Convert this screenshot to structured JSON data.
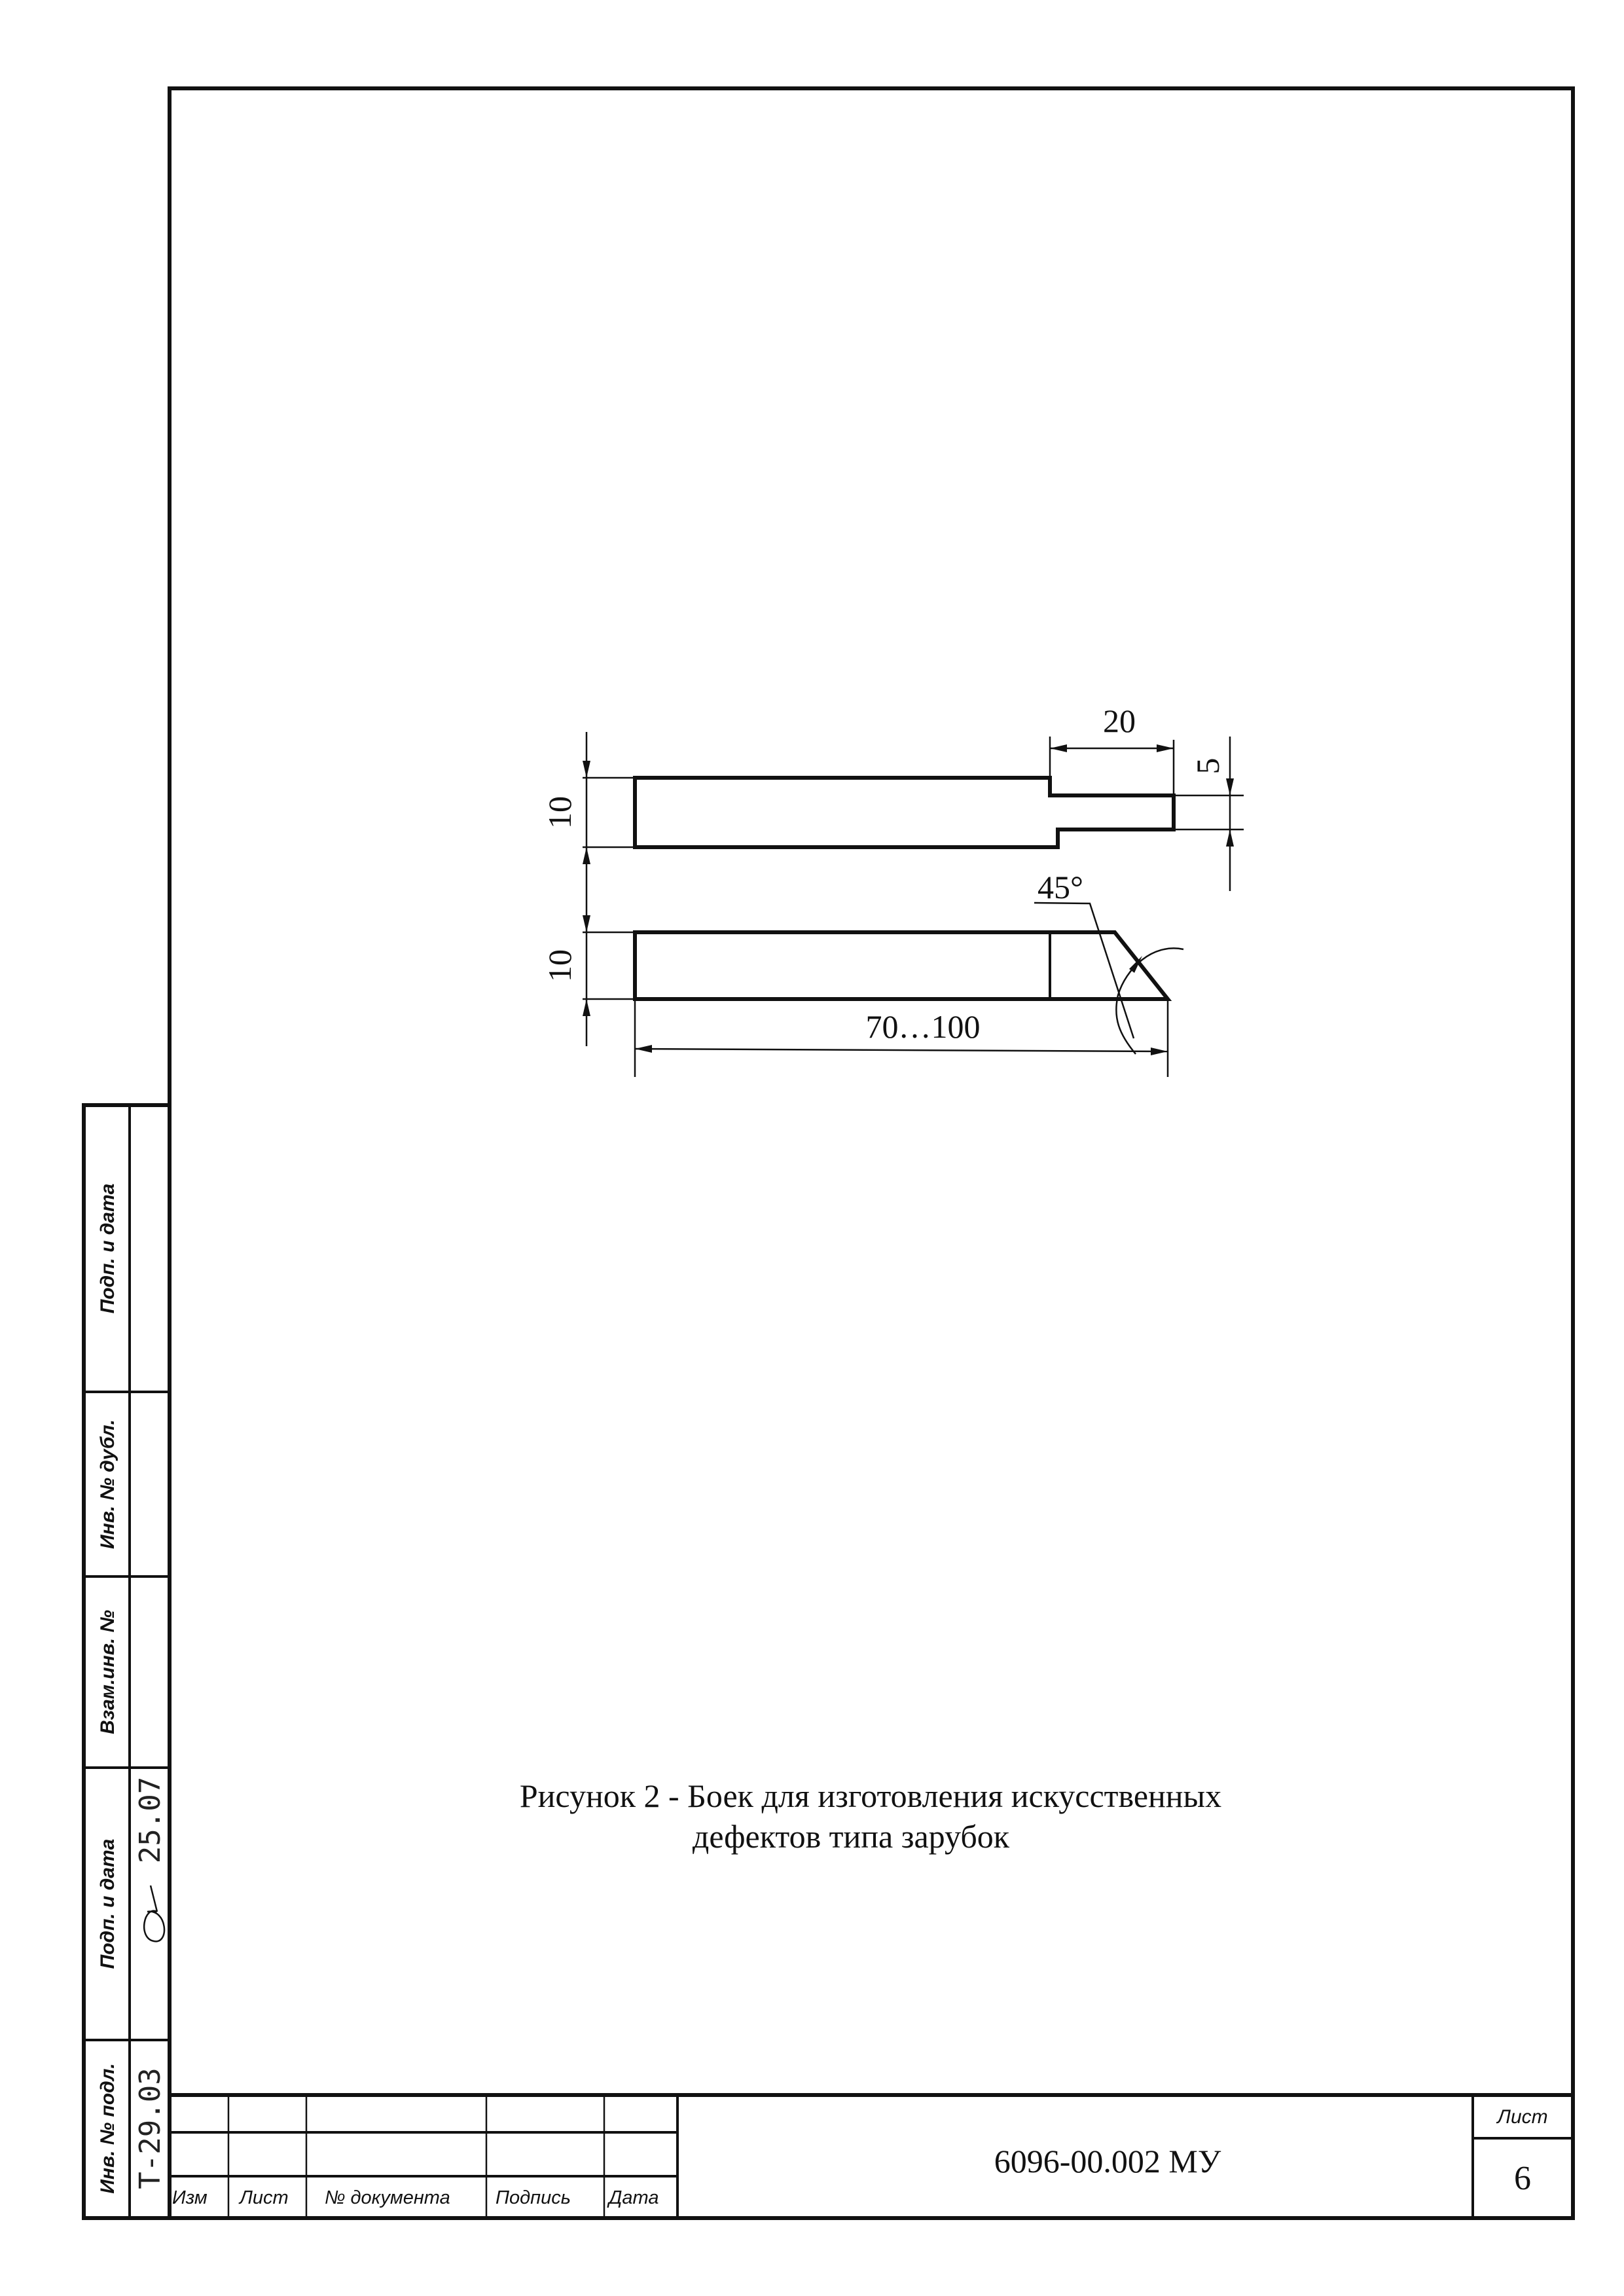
{
  "drawing": {
    "dim_height_upper": "10",
    "dim_height_lower": "10",
    "dim_step_length": "20",
    "dim_step_depth": "5",
    "dim_angle": "45°",
    "dim_total_length": "70…100"
  },
  "caption": {
    "line1": "Рисунок 2 - Боек для изготовления искусственных",
    "line2": "дефектов типа зарубок"
  },
  "title_block": {
    "designation": "6096-00.002 МУ",
    "sheet_label": "Лист",
    "sheet_number": "6",
    "columns": [
      "Изм",
      "Лист",
      "№ документа",
      "Подпись",
      "Дата"
    ]
  },
  "side_strip": {
    "labels": [
      "Подп. и дата",
      "Инв. № дубл.",
      "Взам.инв. №",
      "Подп. и дата",
      "Инв. № подл."
    ],
    "values": [
      "",
      "",
      "",
      "25.07",
      "Т-29.03"
    ]
  }
}
